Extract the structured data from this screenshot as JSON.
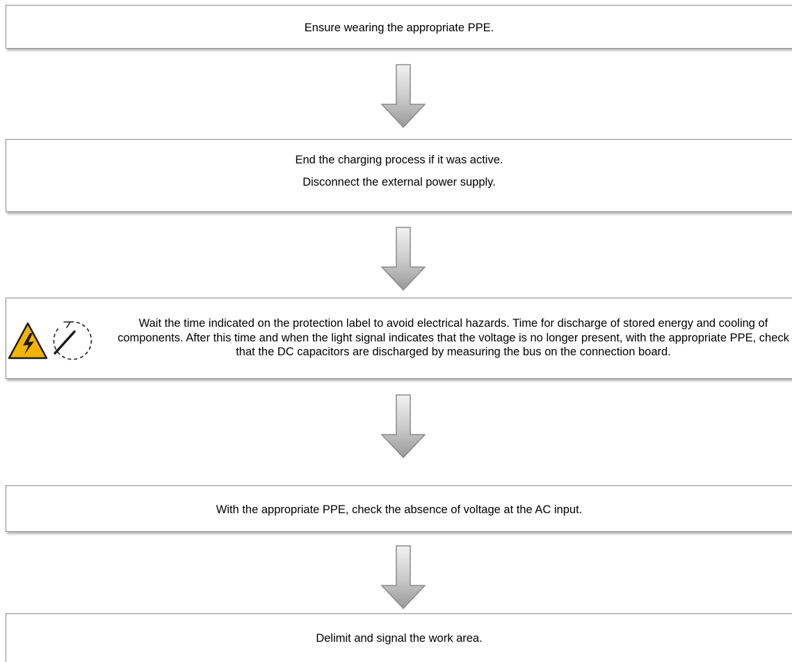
{
  "steps": [
    {
      "lines": [
        "Ensure wearing the appropriate PPE."
      ]
    },
    {
      "lines": [
        "End the charging process if it was active.",
        "Disconnect the external power supply."
      ]
    },
    {
      "text": "Wait the time indicated on the protection label to avoid electrical hazards. Time for discharge of stored energy and cooling of components. After this time and when the light signal indicates that the voltage is no longer present, with the appropriate PPE, check that the DC capacitors are discharged by measuring the bus on the connection board.",
      "icons": [
        "electrical-hazard-warning-icon",
        "discharge-timer-icon"
      ]
    },
    {
      "lines": [
        "With the appropriate PPE, check the absence of voltage at the AC input."
      ]
    },
    {
      "lines": [
        "Delimit and signal the work area."
      ]
    }
  ],
  "colors": {
    "border": "#8c8c8c",
    "arrow_fill_light": "#eeeeee",
    "arrow_fill_dark": "#9a9a9a",
    "arrow_stroke": "#8a8a8a",
    "warning_yellow": "#f5b400"
  }
}
